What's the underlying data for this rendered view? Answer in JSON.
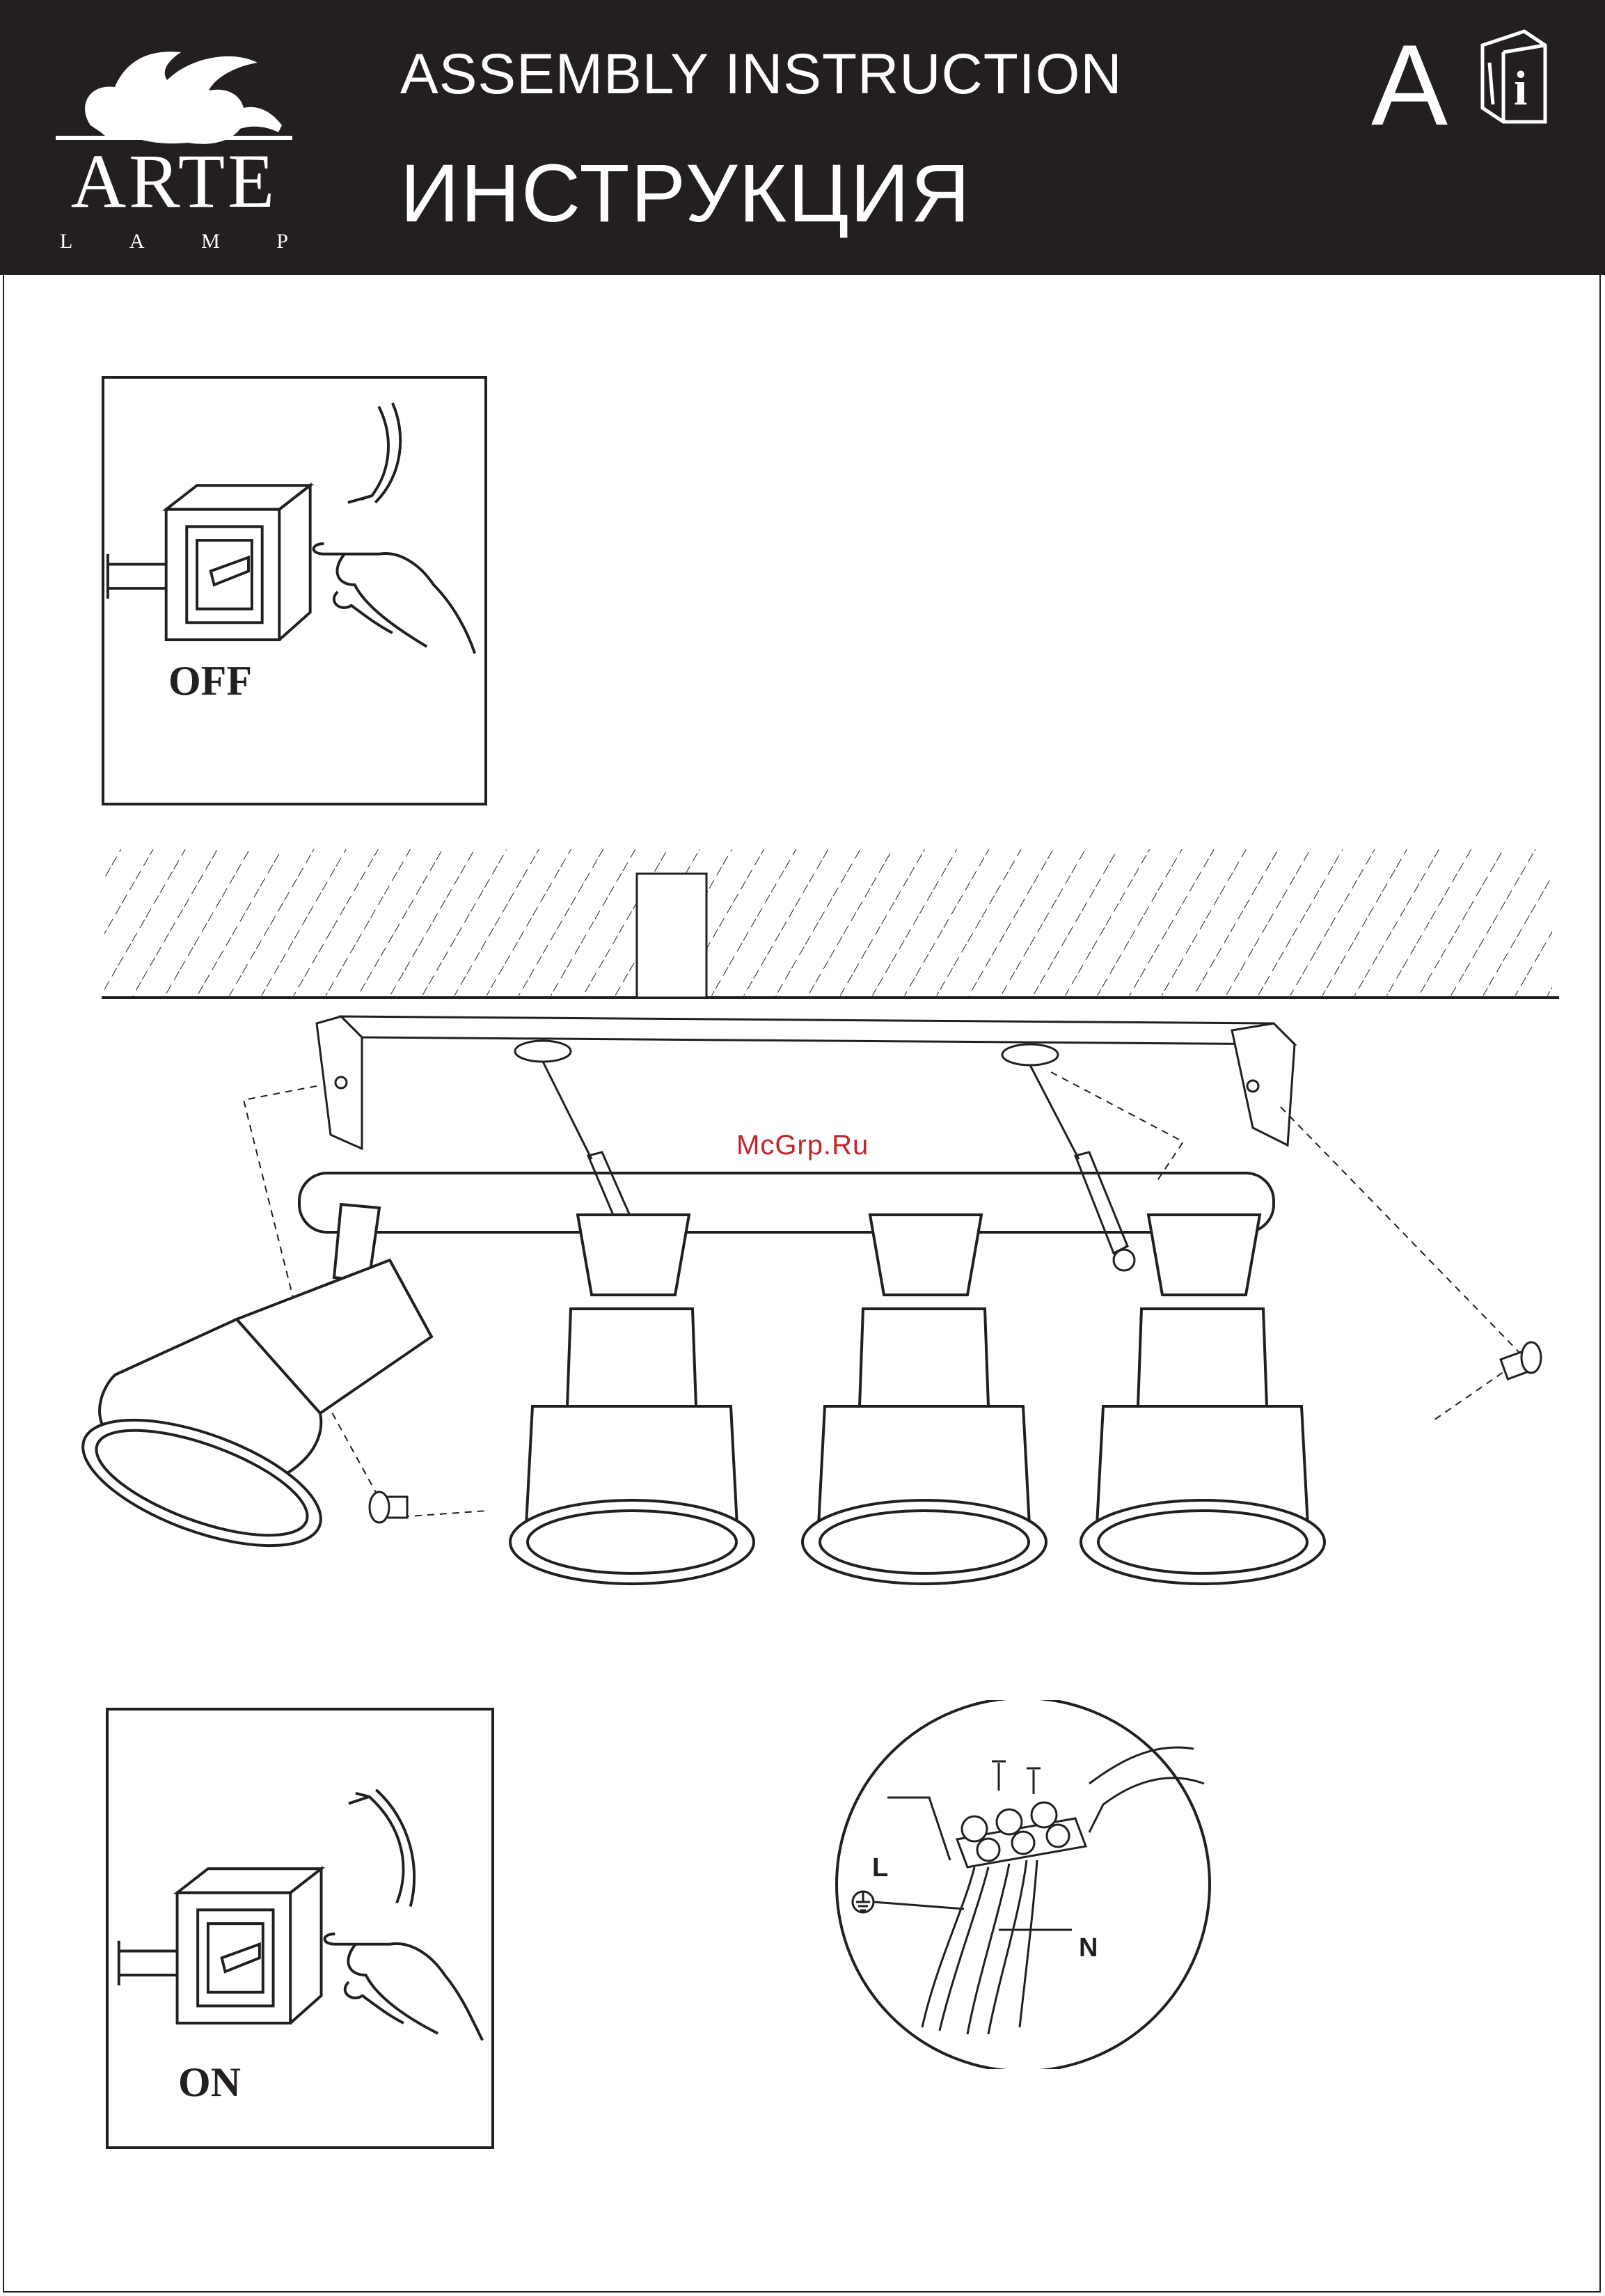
{
  "header": {
    "brand": "ARTE",
    "brand_sub": [
      "L",
      "A",
      "M",
      "P"
    ],
    "title_en": "ASSEMBLY  INSTRUCTION",
    "title_ru": "ИНСТРУКЦИЯ",
    "language_letter": "A",
    "icon": "manual-info-icon"
  },
  "steps": {
    "power_off_label": "OFF",
    "power_on_label": "ON"
  },
  "wiring": {
    "live_label": "L",
    "neutral_label": "N",
    "ground_icon": "ground-symbol-icon"
  },
  "watermark": "McGrp.Ru",
  "colors": {
    "header_bg": "#231f20",
    "line": "#231f20",
    "watermark": "#c1272d"
  }
}
